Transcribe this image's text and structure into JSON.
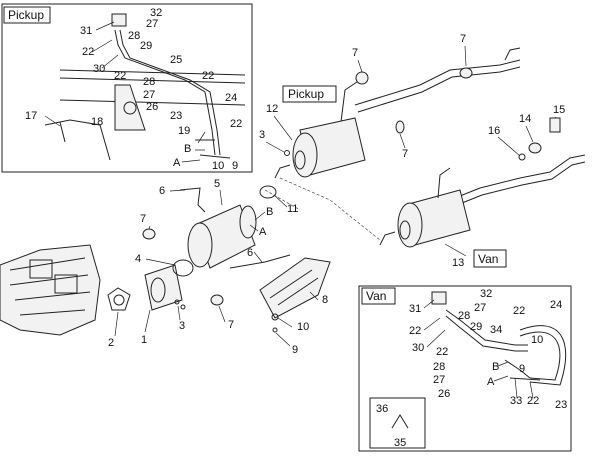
{
  "boxes": {
    "pickup_title": "Pickup",
    "main_pickup_title": "Pickup",
    "van_title": "Van",
    "main_van_title": "Van"
  },
  "callouts": {
    "pk": [
      "32",
      "31",
      "27",
      "28",
      "22",
      "29",
      "30",
      "22",
      "25",
      "28",
      "27",
      "26",
      "22",
      "24",
      "23",
      "22",
      "17",
      "18",
      "19",
      "B",
      "A",
      "10",
      "9"
    ],
    "main": [
      "7",
      "7",
      "12",
      "7",
      "3",
      "15",
      "14",
      "16",
      "6",
      "5",
      "B",
      "11",
      "A",
      "7",
      "4",
      "6",
      "8",
      "13",
      "2",
      "1",
      "3",
      "7",
      "10",
      "9"
    ],
    "van": [
      "32",
      "31",
      "27",
      "28",
      "22",
      "29",
      "30",
      "34",
      "22",
      "24",
      "10",
      "22",
      "9",
      "28",
      "B",
      "27",
      "A",
      "26",
      "33",
      "22",
      "23",
      "36",
      "35"
    ]
  }
}
